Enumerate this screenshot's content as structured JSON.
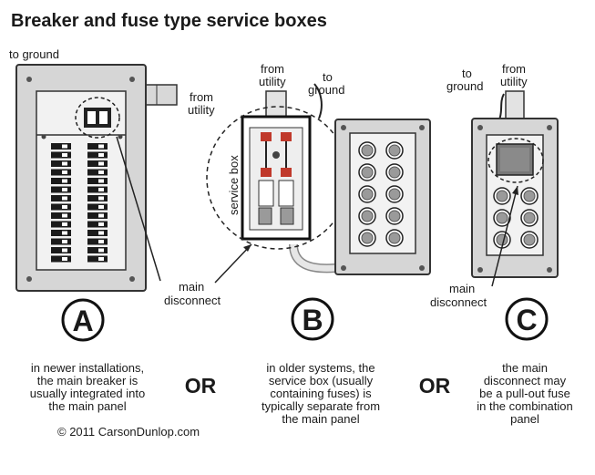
{
  "title": "Breaker and fuse type service boxes",
  "labels": {
    "a_to_ground": "to ground",
    "a_from": "from",
    "a_utility": "utility",
    "a_main": "main",
    "a_disconnect": "disconnect",
    "b_from": "from",
    "b_utility": "utility",
    "b_to": "to",
    "b_ground": "ground",
    "b_service_box": "service box",
    "c_to": "to",
    "c_ground": "ground",
    "c_from": "from",
    "c_utility": "utility",
    "c_main": "main",
    "c_disconnect": "disconnect"
  },
  "panels": [
    {
      "letter": "A",
      "caption": [
        "in newer installations,",
        "the main breaker is",
        "usually integrated into",
        "the main panel"
      ]
    },
    {
      "letter": "B",
      "caption": [
        "in older systems, the",
        "service box (usually",
        "containing fuses) is",
        "typically separate from",
        "the main panel"
      ]
    },
    {
      "letter": "C",
      "caption": [
        "the main",
        "disconnect may",
        "be a pull-out fuse",
        "in the combination",
        "panel"
      ]
    }
  ],
  "or_word": "OR",
  "copyright": "© 2011 CarsonDunlop.com",
  "colors": {
    "panel": "#d6d6d6",
    "inner": "#f2f2f2",
    "fuse": "#9a9a9a",
    "red": "#c0392b"
  }
}
